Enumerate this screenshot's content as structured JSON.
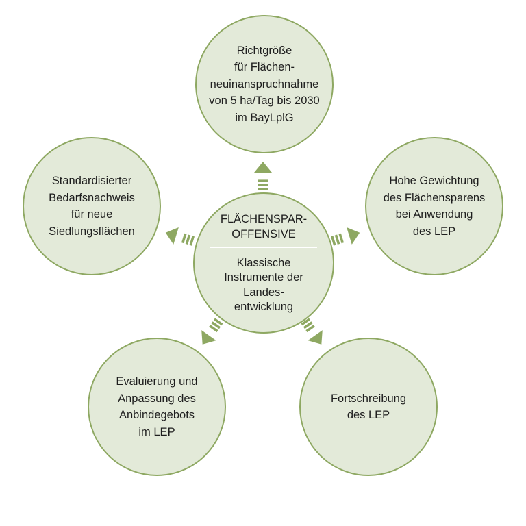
{
  "center": {
    "title_lines": [
      "FLÄCHENSPAR-",
      "OFFENSIVE"
    ],
    "subtitle_lines": [
      "Klassische",
      "Instrumente der",
      "Landes-",
      "entwicklung"
    ]
  },
  "nodes": {
    "top": {
      "lines": [
        "Richtgröße",
        "für Flächen-",
        "neuinanspruchnahme",
        "von 5 ha/Tag bis 2030",
        "im BayLplG"
      ]
    },
    "left": {
      "lines": [
        "Standardisierter",
        "Bedarfsnachweis",
        "für neue",
        "Siedlungsflächen"
      ]
    },
    "right": {
      "lines": [
        "Hohe Gewichtung",
        "des Flächensparens",
        "bei Anwendung",
        "des LEP"
      ]
    },
    "bottom_left": {
      "lines": [
        "Evaluierung und",
        "Anpassung des",
        "Anbindegebots",
        "im LEP"
      ]
    },
    "bottom_right": {
      "lines": [
        "Fortschreibung",
        "des LEP"
      ]
    }
  },
  "colors": {
    "circle_fill": "#e3ead9",
    "circle_border": "#8ea862",
    "arrow": "#8ea862",
    "divider": "#ffffff"
  }
}
